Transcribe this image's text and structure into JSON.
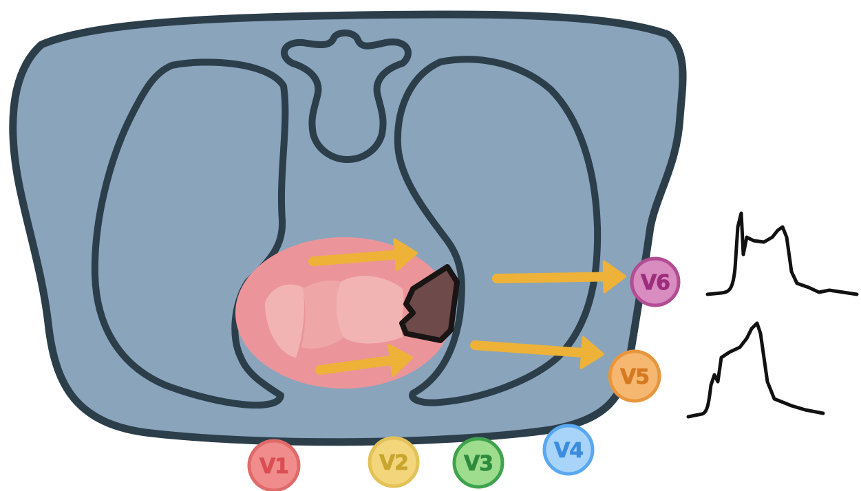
{
  "colors": {
    "torso_fill": "#8AA4BC",
    "outline": "#2B3E4A",
    "lung_fill": "#8AA4BC",
    "heart_base": "#EB959A",
    "heart_light": "#F2B4B3",
    "infarct": "#6E4A4B",
    "arrow": "#EDB237",
    "ecg": "#111111"
  },
  "leads": [
    {
      "id": "V1",
      "label": "V1",
      "fill": "#F08C8C",
      "stroke": "#E06A6A",
      "text": "#D94E52"
    },
    {
      "id": "V2",
      "label": "V2",
      "fill": "#F3D57C",
      "stroke": "#E3C257",
      "text": "#C9A52E"
    },
    {
      "id": "V3",
      "label": "V3",
      "fill": "#9EDC8E",
      "stroke": "#3FA34D",
      "text": "#2E8B3E"
    },
    {
      "id": "V4",
      "label": "V4",
      "fill": "#A9D4FA",
      "stroke": "#5AA8F0",
      "text": "#3B8DE0"
    },
    {
      "id": "V5",
      "label": "V5",
      "fill": "#F6B870",
      "stroke": "#E8963E",
      "text": "#D67A22"
    },
    {
      "id": "V6",
      "label": "V6",
      "fill": "#D88CC0",
      "stroke": "#B24D94",
      "text": "#9E2C7C"
    }
  ],
  "icons": {
    "torso": "torso-cross-section-icon",
    "heart": "heart-icon",
    "infarct": "infarct-region-icon",
    "ecg": "ecg-trace-icon",
    "arrow": "arrow-right-icon"
  }
}
